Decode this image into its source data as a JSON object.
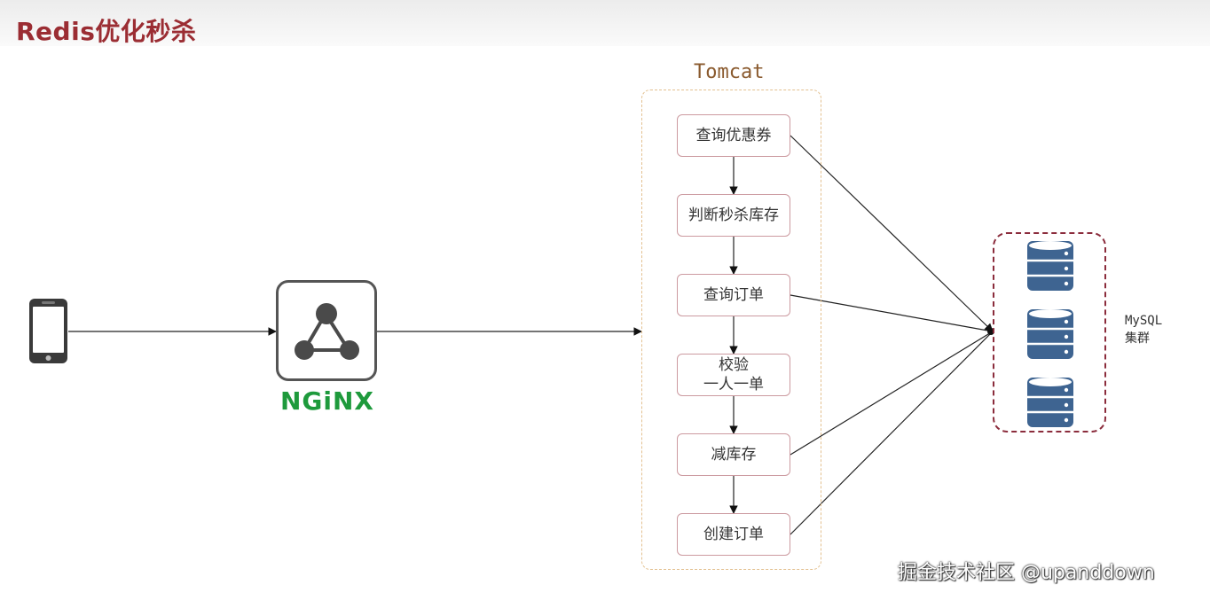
{
  "page_title": "Redis优化秒杀",
  "tomcat_label": "Tomcat",
  "steps": [
    {
      "label": "查询优惠券",
      "writes_db": true
    },
    {
      "label": "判断秒杀库存",
      "writes_db": false
    },
    {
      "label": "查询订单",
      "writes_db": true
    },
    {
      "label": "校验\n一人一单",
      "writes_db": false
    },
    {
      "label": "减库存",
      "writes_db": true
    },
    {
      "label": "创建订单",
      "writes_db": true
    }
  ],
  "nginx_label": "NGiNX",
  "db_label_line1": "MySQL",
  "db_label_line2": "集群",
  "watermark": "掘金技术社区 @upanddown",
  "colors": {
    "title": "#9b2d33",
    "tomcat_border": "#e3c08f",
    "step_border": "#cc9aa0",
    "db_border": "#8b2c3c",
    "db_icon": "#3e6491",
    "nginx_green": "#1e9a3c"
  },
  "icons": {
    "client": "smartphone-icon",
    "proxy": "nginx-logo-icon",
    "database": "database-server-icon"
  }
}
